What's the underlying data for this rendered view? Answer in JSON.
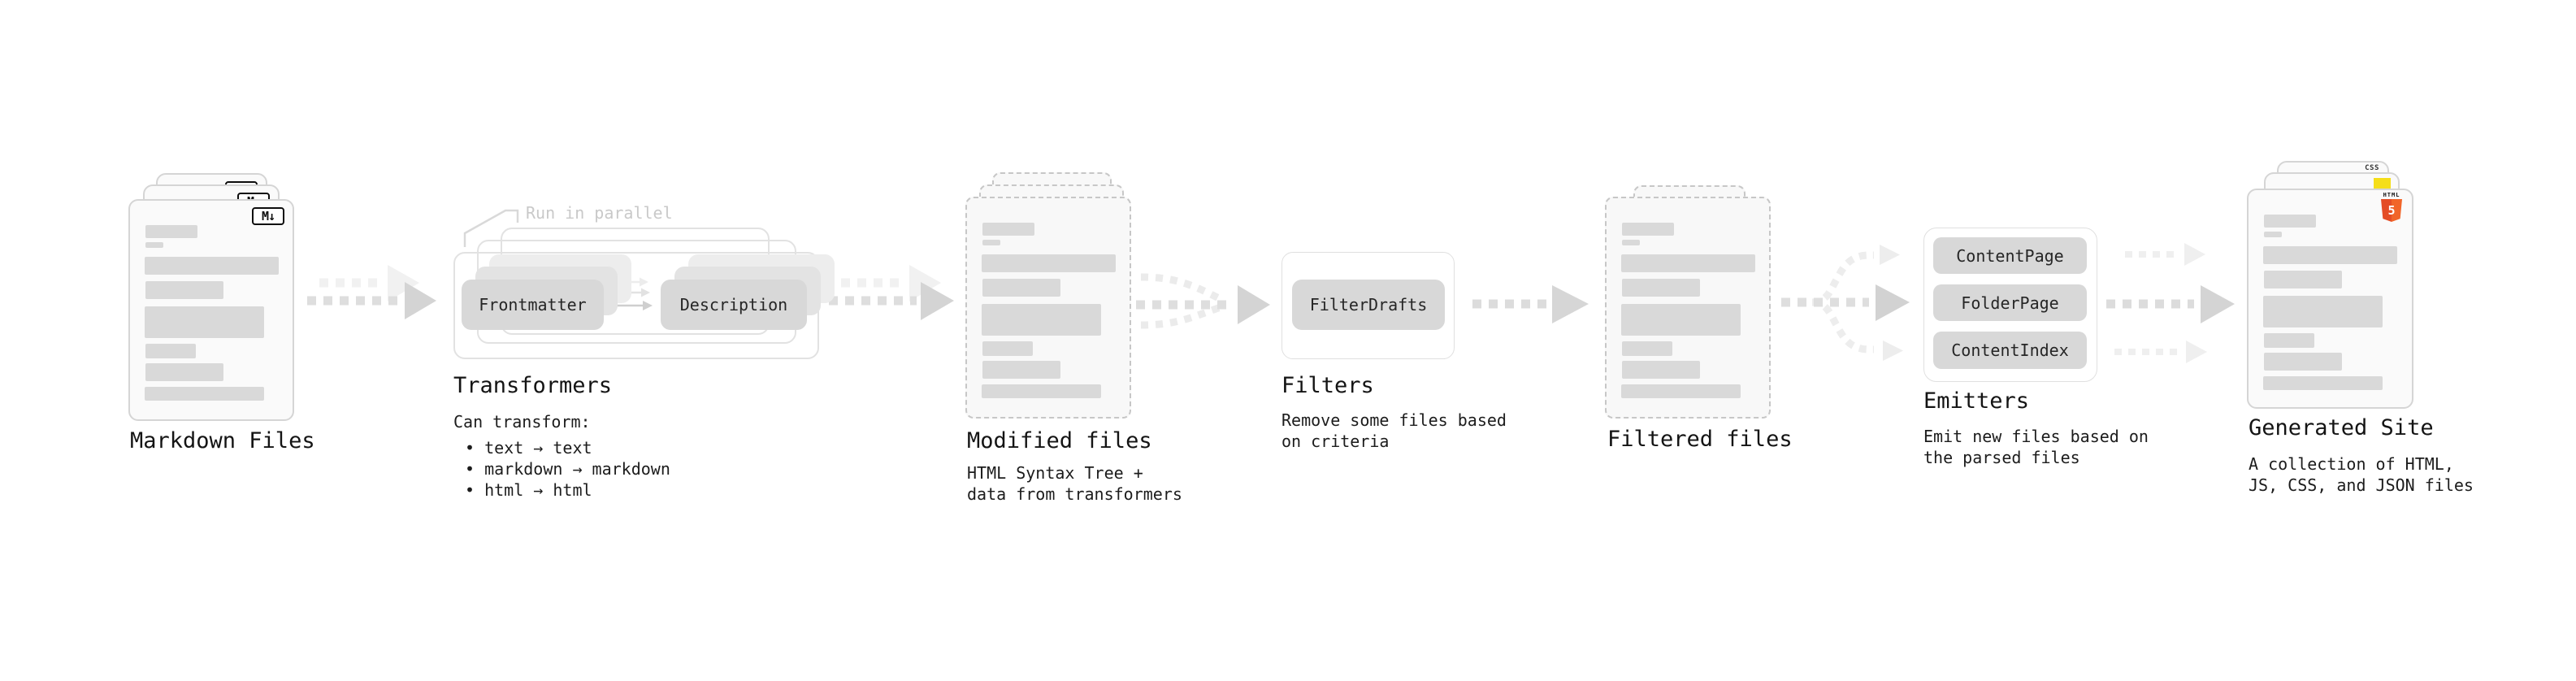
{
  "diagram": {
    "background": "#ffffff",
    "stages": {
      "markdown_files": {
        "label": "Markdown Files",
        "file_badge": "M↓"
      },
      "transformers": {
        "heading": "Transformers",
        "parallel_note": "Run in parallel",
        "pills": [
          "Frontmatter",
          "Description"
        ],
        "description_intro": "Can transform:",
        "bullets": [
          "text → text",
          "markdown → markdown",
          "html → html"
        ]
      },
      "modified_files": {
        "label": "Modified files",
        "subtitle": [
          "HTML Syntax Tree +",
          "data from transformers"
        ]
      },
      "filters": {
        "heading": "Filters",
        "pills": [
          "FilterDrafts"
        ],
        "subtitle": [
          "Remove some files based",
          "on criteria"
        ]
      },
      "filtered_files": {
        "label": "Filtered files"
      },
      "emitters": {
        "heading": "Emitters",
        "pills": [
          "ContentPage",
          "FolderPage",
          "ContentIndex"
        ],
        "subtitle": [
          "Emit new files based on",
          "the parsed files"
        ]
      },
      "generated_site": {
        "label": "Generated Site",
        "subtitle": [
          "A collection of HTML,",
          "JS, CSS, and JSON files"
        ],
        "badges": {
          "html5_label": "HTML",
          "html5_number": "5",
          "css_label": "CSS"
        }
      }
    },
    "accent_colors": {
      "html5_orange": "#e44d26",
      "css_blue": "#2760e6",
      "js_yellow": "#f5de19",
      "pill_gray": "#d8d8d8",
      "bar_gray": "#d9d9d9",
      "dashed_border_gray": "#c7c7c7"
    }
  }
}
